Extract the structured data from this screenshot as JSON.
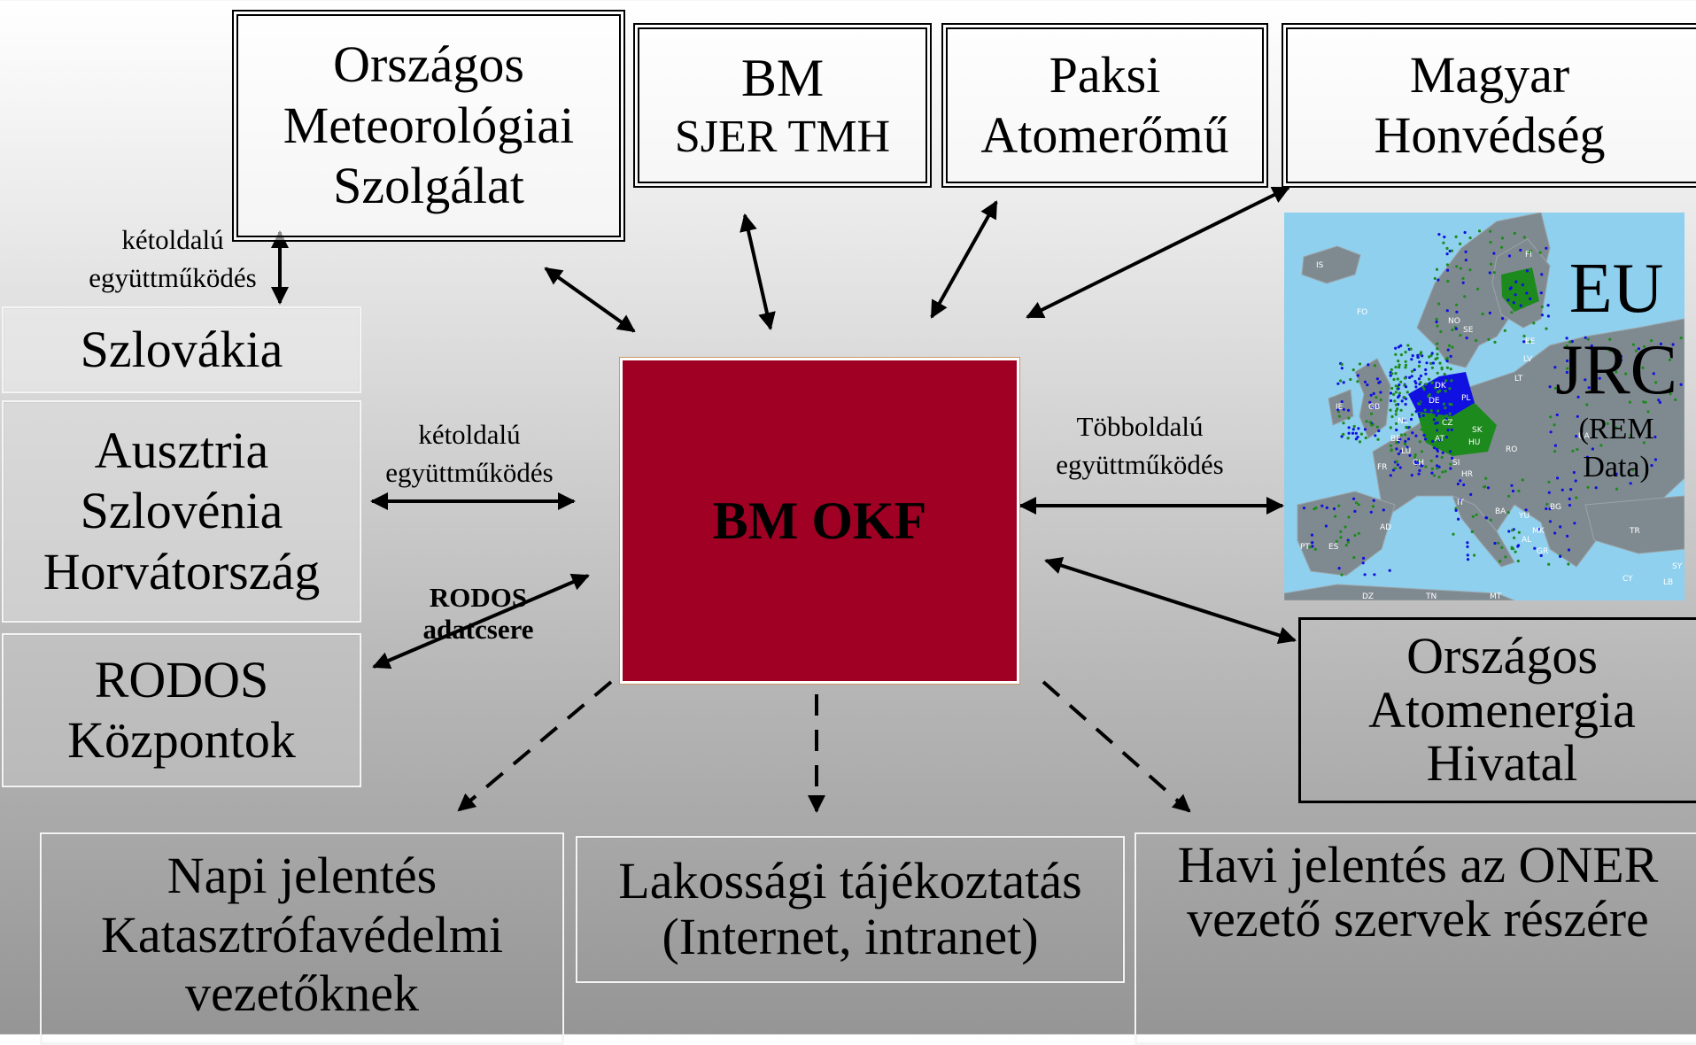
{
  "center": "BM OKF",
  "top_boxes": {
    "omsz": [
      "Országos",
      "Meteorológiai",
      "Szolgálat"
    ],
    "bm_sjer": [
      "BM",
      "SJER TMH"
    ],
    "paks": [
      "Paksi",
      "Atomerőmű"
    ],
    "honvedseg": [
      "Magyar",
      "Honvédség"
    ]
  },
  "left_boxes": {
    "szlovakia": [
      "Szlovákia"
    ],
    "ausztria": [
      "Ausztria",
      "Szlovénia",
      "Horvátország"
    ],
    "rodos": [
      "RODOS",
      "Központok"
    ]
  },
  "right_boxes": {
    "eu_jrc": [
      "EU",
      "JRC",
      "(REM",
      "Data)"
    ],
    "oah": [
      "Országos",
      "Atomenergia",
      "Hivatal"
    ]
  },
  "bottom_boxes": {
    "napi": [
      "Napi jelentés",
      "Katasztrófavédelmi",
      "vezetőknek"
    ],
    "lakossagi": [
      "Lakossági tájékoztatás",
      "(Internet, intranet)"
    ],
    "havi": [
      "Havi jelentés az ONER",
      "vezető szervek részére"
    ]
  },
  "edge_labels": {
    "ketoldalu_top": [
      "kétoldalú",
      "együttműködés"
    ],
    "ketoldalu_mid": [
      "kétoldalú",
      "együttműködés"
    ],
    "tobboldalu": [
      "Többoldalú",
      "együttműködés"
    ],
    "rodos": [
      "RODOS",
      "adatcsere"
    ]
  },
  "map_labels": [
    "IS",
    "FO",
    "NO",
    "SE",
    "FI",
    "EE",
    "LV",
    "LT",
    "DK",
    "IE",
    "GB",
    "NL",
    "BE",
    "DE",
    "PL",
    "CZ",
    "SK",
    "AT",
    "HU",
    "RO",
    "UA",
    "FR",
    "CH",
    "SI",
    "HR",
    "BA",
    "YU",
    "BG",
    "MK",
    "AL",
    "GR",
    "TR",
    "IT",
    "PT",
    "ES",
    "CY",
    "LB",
    "SY",
    "MT",
    "DZ",
    "TN",
    "LU",
    "AD"
  ],
  "colors": {
    "center_fill": "#a00023",
    "sea": "#8fd0ee",
    "land": "#7f8a90",
    "station_green": "#1d8a1d",
    "station_blue": "#1010e0"
  }
}
